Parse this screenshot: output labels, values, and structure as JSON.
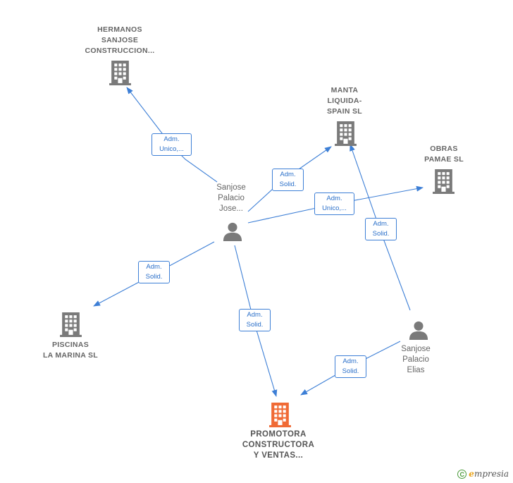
{
  "colors": {
    "edge": "#3d7fd6",
    "building": "#7a7a7a",
    "focus_building": "#f06a35",
    "person": "#7a7a7a"
  },
  "nodes": {
    "hermanos": {
      "label": "HERMANOS\nSANJOSE\nCONSTRUCCION...",
      "icon": "building-icon"
    },
    "manta": {
      "label": "MANTA\nLIQUIDA-\nSPAIN  SL",
      "icon": "building-icon"
    },
    "obras": {
      "label": "OBRAS\nPAMAE  SL",
      "icon": "building-icon"
    },
    "piscinas": {
      "label": "PISCINAS\nLA MARINA SL",
      "icon": "building-icon"
    },
    "promotora": {
      "label": "PROMOTORA\nCONSTRUCTORA\nY VENTAS...",
      "icon": "building-icon"
    },
    "jose": {
      "label": "Sanjose\nPalacio\nJose...",
      "icon": "person-icon"
    },
    "elias": {
      "label": "Sanjose\nPalacio\nElias",
      "icon": "person-icon"
    }
  },
  "edges": [
    {
      "label": "Adm.\nUnico,...",
      "from": "jose",
      "to": "hermanos"
    },
    {
      "label": "Adm.\nSolid.",
      "from": "jose",
      "to": "manta"
    },
    {
      "label": "Adm.\nUnico,...",
      "from": "jose",
      "to": "obras"
    },
    {
      "label": "Adm.\nSolid.",
      "from": "jose",
      "to": "piscinas"
    },
    {
      "label": "Adm.\nSolid.",
      "from": "jose",
      "to": "promotora"
    },
    {
      "label": "Adm.\nSolid.",
      "from": "elias",
      "to": "manta"
    },
    {
      "label": "Adm.\nSolid.",
      "from": "elias",
      "to": "promotora"
    }
  ],
  "footer": {
    "copyright": "©",
    "brand_initial": "e",
    "brand_rest": "mpresia"
  }
}
